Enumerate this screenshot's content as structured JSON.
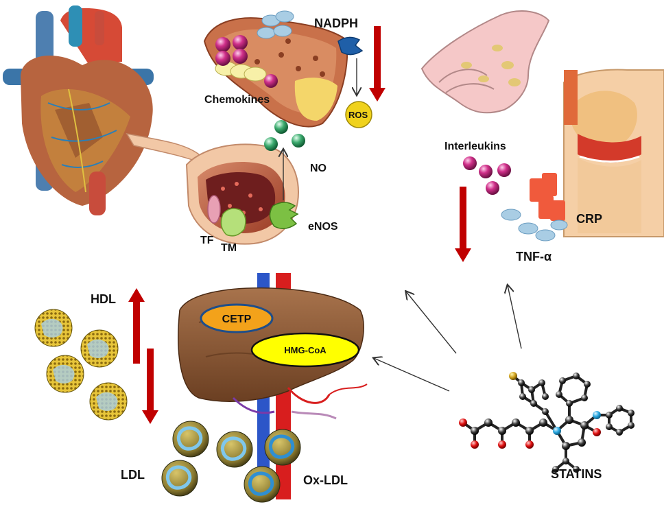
{
  "labels": {
    "nadph": "NADPH",
    "chemokines": "Chemokines",
    "ros": "ROS",
    "no": "NO",
    "enos": "eNOS",
    "tf": "TF",
    "tm": "TM",
    "interleukins": "Interleukins",
    "crp": "CRP",
    "tnf": "TNF-α",
    "hdl": "HDL",
    "ldl": "LDL",
    "oxldl": "Ox-LDL",
    "cetp": "CETP",
    "hmgcoa": "HMG-CoA",
    "statins": "STATINS"
  },
  "colors": {
    "arrow_red": "#c00000",
    "cetp_fill": "#f3a21a",
    "hmgcoa_fill": "#ffff00",
    "ros_fill": "#f0d21c",
    "chemokine_sphere": "#d0308a",
    "no_sphere": "#3caa6e",
    "tnf_ellipse": "#a9cde4",
    "crp_block": "#f05a3c",
    "liver": "#8a5a3a",
    "artery_wall": "#b5533a"
  },
  "arrows": {
    "nadph": "down",
    "interleukins": "down",
    "hdl": "up",
    "ldl": "down"
  }
}
